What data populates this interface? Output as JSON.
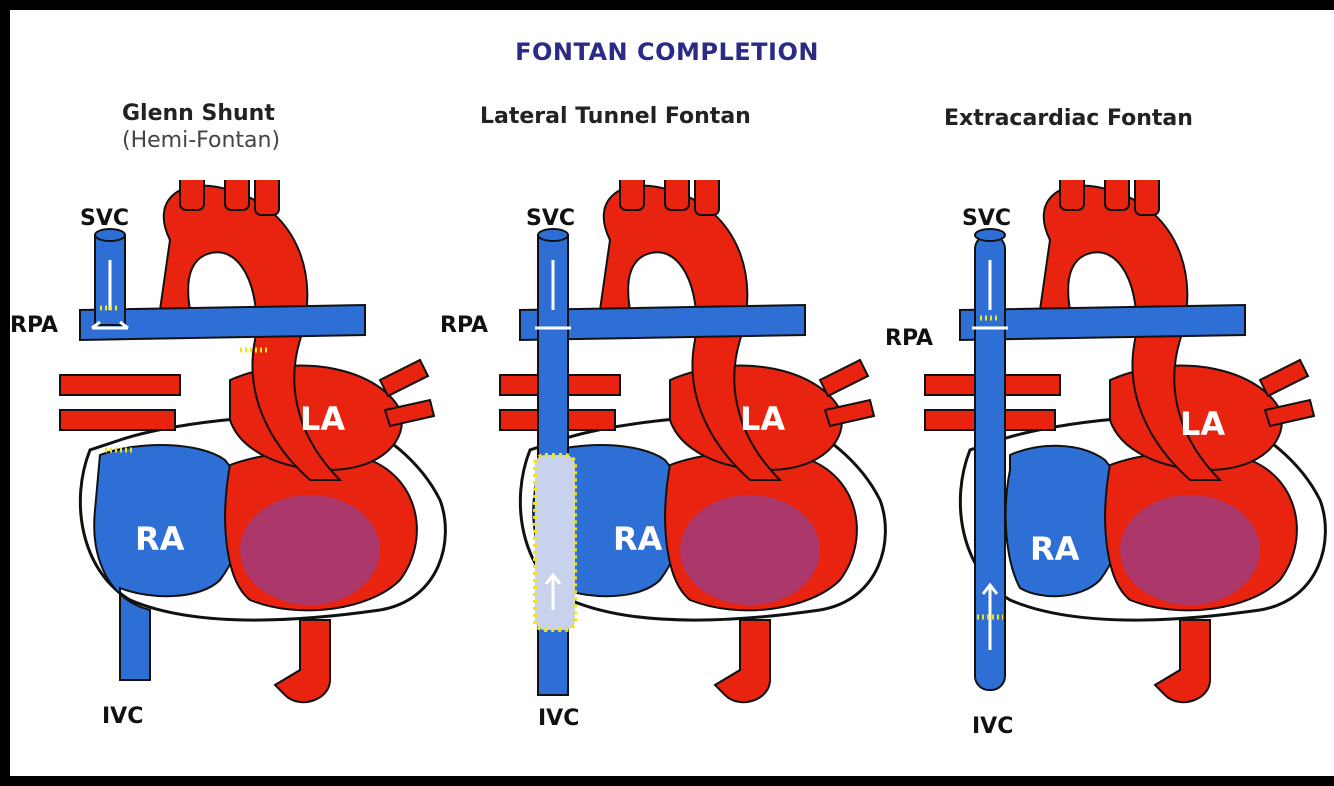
{
  "title": "FONTAN COMPLETION",
  "panels": [
    {
      "heading": "Glenn Shunt",
      "subheading": "(Hemi-Fontan)",
      "labels": {
        "svc": "SVC",
        "rpa": "RPA",
        "la": "LA",
        "ra": "RA",
        "ivc": "IVC"
      }
    },
    {
      "heading": "Lateral Tunnel Fontan",
      "labels": {
        "svc": "SVC",
        "rpa": "RPA",
        "la": "LA",
        "ra": "RA",
        "ivc": "IVC"
      }
    },
    {
      "heading": "Extracardiac Fontan",
      "labels": {
        "svc": "SVC",
        "rpa": "RPA",
        "la": "LA",
        "ra": "RA",
        "ivc": "IVC"
      }
    }
  ],
  "colors": {
    "red": "#e8230f",
    "blue": "#2e6fd6",
    "baffle": "#c9d2ec",
    "suture": "#f3e31a",
    "title": "#2b2b86"
  }
}
